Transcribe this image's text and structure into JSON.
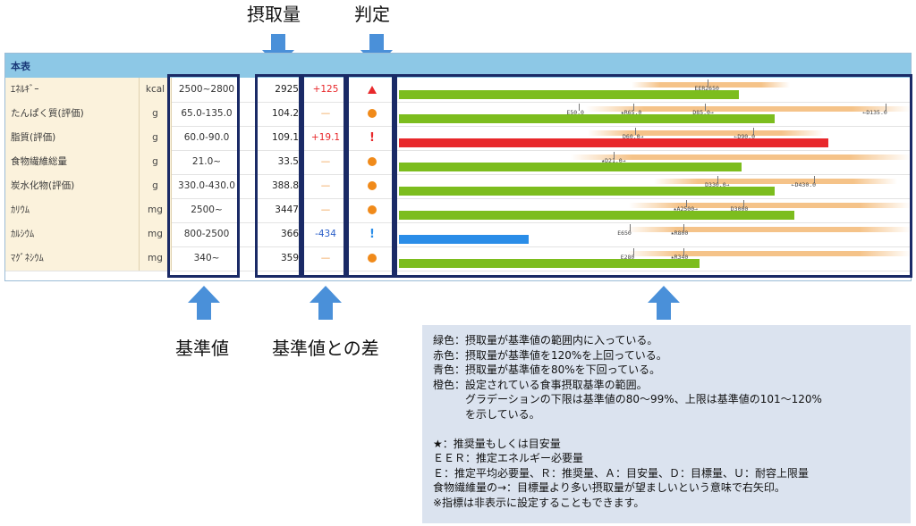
{
  "callouts": {
    "intake": "摂取量",
    "judgement": "判定",
    "standard": "基準値",
    "diff": "基準値との差"
  },
  "table": {
    "title": "本表",
    "rows": [
      {
        "name": "ｴﾈﾙｷﾞｰ",
        "unit": "kcal",
        "standard": "2500~2800",
        "intake": "2925",
        "diff": "+125",
        "judge": "triangle-red",
        "bar": {
          "color": "#7cbd1e",
          "value": 2925,
          "min": 0,
          "max": 4400
        },
        "band": {
          "from": 2000,
          "to": 3360
        },
        "markers": [
          {
            "label": "EER2650",
            "value": 2650
          }
        ]
      },
      {
        "name": "たんぱく質(評価)",
        "unit": "g",
        "standard": "65.0-135.0",
        "intake": "104.2",
        "diff": "—",
        "judge": "dot-orange",
        "bar": {
          "color": "#7cbd1e",
          "value": 104.2,
          "min": 0,
          "max": 142
        },
        "band": {
          "from": 52,
          "to": 162
        },
        "markers": [
          {
            "label": "E50.0",
            "value": 50
          },
          {
            "label": "★R65.0",
            "value": 65
          },
          {
            "label": "D85.0→",
            "value": 85
          },
          {
            "label": "←D135.0",
            "value": 135
          }
        ]
      },
      {
        "name": "脂質(評価)",
        "unit": "g",
        "standard": "60.0-90.0",
        "intake": "109.1",
        "diff": "+19.1",
        "judge": "excl-red",
        "bar": {
          "color": "#e8282b",
          "value": 109.1,
          "min": 0,
          "max": 130
        },
        "band": {
          "from": 48,
          "to": 108
        },
        "markers": [
          {
            "label": "D60.0→",
            "value": 60
          },
          {
            "label": "←D90.0",
            "value": 90
          }
        ]
      },
      {
        "name": "食物繊維総量",
        "unit": "g",
        "standard": "21.0~",
        "intake": "33.5",
        "diff": "—",
        "judge": "dot-orange",
        "bar": {
          "color": "#7cbd1e",
          "value": 33.5,
          "min": 0,
          "max": 50
        },
        "band": {
          "from": 16.8,
          "to": 50
        },
        "markers": [
          {
            "label": "★D21.0→",
            "value": 21
          }
        ]
      },
      {
        "name": "炭水化物(評価)",
        "unit": "g",
        "standard": "330.0-430.0",
        "intake": "388.8",
        "diff": "—",
        "judge": "dot-orange",
        "bar": {
          "color": "#7cbd1e",
          "value": 388.8,
          "min": 0,
          "max": 530
        },
        "band": {
          "from": 264,
          "to": 516
        },
        "markers": [
          {
            "label": "D330.0→",
            "value": 330
          },
          {
            "label": "←D430.0",
            "value": 430
          }
        ]
      },
      {
        "name": "ｶﾘｳﾑ",
        "unit": "mg",
        "standard": "2500~",
        "intake": "3447",
        "diff": "—",
        "judge": "dot-orange",
        "bar": {
          "color": "#7cbd1e",
          "value": 3447,
          "min": 0,
          "max": 4460
        },
        "band": {
          "from": 2000,
          "to": 4460
        },
        "markers": [
          {
            "label": "★A2500→",
            "value": 2500
          },
          {
            "label": "D3000",
            "value": 3000
          }
        ]
      },
      {
        "name": "ｶﾙｼｳﾑ",
        "unit": "mg",
        "standard": "800-2500",
        "intake": "366",
        "diff": "-434",
        "judge": "excl-blue",
        "bar": {
          "color": "#2a8de8",
          "value": 366,
          "min": 0,
          "max": 1440
        },
        "band": {
          "from": 640,
          "to": 1440
        },
        "markers": [
          {
            "label": "E650",
            "value": 650
          },
          {
            "label": "★R800",
            "value": 800
          }
        ]
      },
      {
        "name": "ﾏｸﾞﾈｼｳﾑ",
        "unit": "mg",
        "standard": "340~",
        "intake": "359",
        "diff": "—",
        "judge": "dot-orange",
        "bar": {
          "color": "#7cbd1e",
          "value": 359,
          "min": 0,
          "max": 612
        },
        "band": {
          "from": 272,
          "to": 612
        },
        "markers": [
          {
            "label": "E280",
            "value": 280
          },
          {
            "label": "★R340",
            "value": 340
          }
        ]
      }
    ]
  },
  "legend": {
    "lines": [
      "緑色：摂取量が基準値の範囲内に入っている。",
      "赤色：摂取量が基準値を120%を上回っている。",
      "青色：摂取量が基準値を80%を下回っている。",
      "橙色：設定されている食事摂取基準の範囲。",
      "　　　グラデーションの下限は基準値の80～99%、上限は基準値の101～120%",
      "　　　を示している。",
      "",
      "★：推奨量もしくは目安量",
      "ＥＥＲ：推定エネルギー必要量",
      "Ｅ：推定平均必要量、Ｒ：推奨量、Ａ：目安量、Ｄ：目標量、Ｕ：耐容上限量",
      "食物繊維量の→：目標量より多い摂取量が望ましいという意味で右矢印。",
      "※指標は非表示に設定することもできます。"
    ]
  },
  "colors": {
    "header": "#8dc8e6",
    "highlight": "#1a2a66",
    "arrow": "#4a90d9",
    "band": "#f5c389",
    "ok": "#7cbd1e",
    "over": "#e8282b",
    "under": "#2a8de8"
  }
}
